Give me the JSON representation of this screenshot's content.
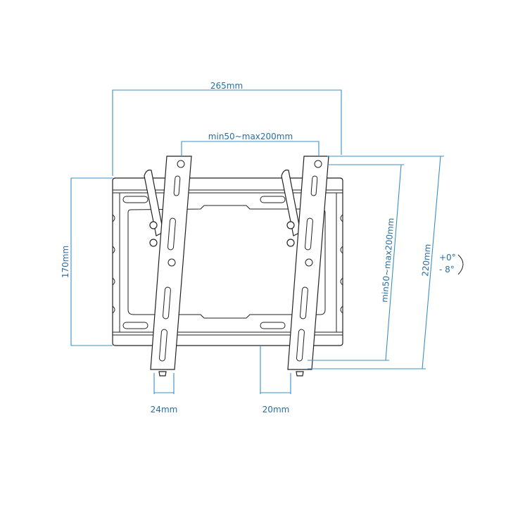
{
  "dimensions": {
    "overall_width": "265mm",
    "vesa_horizontal": "min50~max200mm",
    "plate_height": "170mm",
    "vesa_vertical": "min50~max200mm",
    "overall_height": "220mm",
    "arm_width": "24mm",
    "wall_distance": "20mm"
  },
  "tilt": {
    "max": "+0°",
    "min": "- 8°"
  },
  "colors": {
    "dimension_line": "#3d8fc1",
    "label": "#2b6ea3",
    "drawing": "#222222"
  }
}
